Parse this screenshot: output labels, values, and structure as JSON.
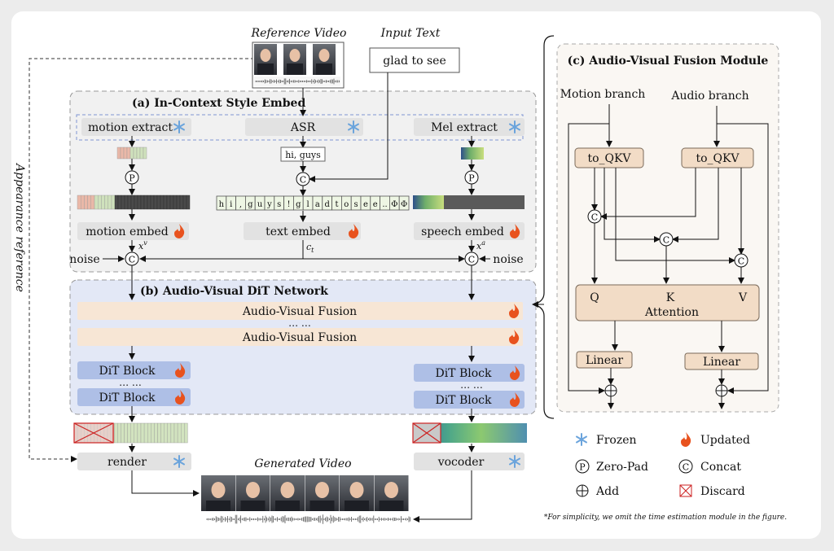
{
  "top": {
    "reference_video_label": "Reference Video",
    "input_text_label": "Input Text",
    "input_text_value": "glad to see",
    "appearance_reference_label": "Appearance reference"
  },
  "style_embed": {
    "title": "(a) In-Context Style Embed",
    "motion_extract": "motion extract",
    "asr": "ASR",
    "mel_extract": "Mel extract",
    "asr_output": "hi, guys",
    "text_tokens": [
      "h",
      "i",
      ",",
      "g",
      "u",
      "y",
      "s",
      "!",
      "g",
      "l",
      "a",
      "d",
      "t",
      "o",
      "s",
      "e",
      "e",
      "..",
      "Φ",
      "Φ"
    ],
    "motion_embed": "motion embed",
    "text_embed": "text embed",
    "speech_embed": "speech embed",
    "xv": "x",
    "xv_sup": "v",
    "ct": "c",
    "ct_sub": "t",
    "xa": "x",
    "xa_sup": "a",
    "noise_left": "noise",
    "noise_right": "noise",
    "zero_pad_symbol": "P",
    "concat_symbol": "C"
  },
  "dit": {
    "title": "(b) Audio-Visual DiT Network",
    "fusion_1": "Audio-Visual Fusion",
    "ellipsis": "… …",
    "fusion_2": "Audio-Visual Fusion",
    "dit_block": "DiT Block"
  },
  "output": {
    "render": "render",
    "vocoder": "vocoder",
    "generated_video_label": "Generated Video"
  },
  "fusion_module": {
    "title": "(c) Audio-Visual Fusion Module",
    "motion_branch": "Motion branch",
    "audio_branch": "Audio branch",
    "to_qkv": "to_QKV",
    "q": "Q",
    "k": "K",
    "v": "V",
    "attention": "Attention",
    "linear": "Linear"
  },
  "legend": {
    "frozen": "Frozen",
    "updated": "Updated",
    "zero_pad": "Zero-Pad",
    "concat": "Concat",
    "add": "Add",
    "discard": "Discard",
    "footnote": "*For simplicity, we omit the time estimation module in the figure."
  },
  "colors": {
    "gray_box": "#e2e2e2",
    "peach_box": "#f7e6d5",
    "blue_box": "#aebfe6",
    "style_bg": "#f1f1f1",
    "dit_bg": "#e3e8f6",
    "flame": "#e8521e",
    "snow": "#6ba4dc"
  }
}
